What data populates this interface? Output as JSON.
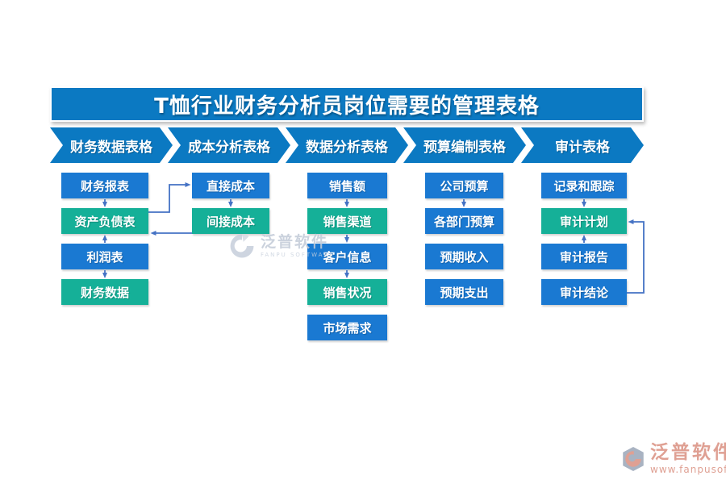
{
  "title": "T恤行业财务分析员岗位需要的管理表格",
  "columns": [
    {
      "header": "财务数据表格",
      "boxes": [
        {
          "label": "财务报表",
          "variant": "blue"
        },
        {
          "label": "资产负债表",
          "variant": "teal"
        },
        {
          "label": "利润表",
          "variant": "blue"
        },
        {
          "label": "财务数据",
          "variant": "teal"
        }
      ]
    },
    {
      "header": "成本分析表格",
      "boxes": [
        {
          "label": "直接成本",
          "variant": "blue"
        },
        {
          "label": "间接成本",
          "variant": "teal"
        }
      ]
    },
    {
      "header": "数据分析表格",
      "boxes": [
        {
          "label": "销售额",
          "variant": "blue"
        },
        {
          "label": "销售渠道",
          "variant": "teal"
        },
        {
          "label": "客户信息",
          "variant": "blue"
        },
        {
          "label": "销售状况",
          "variant": "teal"
        },
        {
          "label": "市场需求",
          "variant": "blue"
        }
      ]
    },
    {
      "header": "预算编制表格",
      "boxes": [
        {
          "label": "公司预算",
          "variant": "blue"
        },
        {
          "label": "各部门预算",
          "variant": "blue"
        },
        {
          "label": "预期收入",
          "variant": "blue"
        },
        {
          "label": "预期支出",
          "variant": "blue"
        }
      ]
    },
    {
      "header": "审计表格",
      "boxes": [
        {
          "label": "记录和跟踪",
          "variant": "blue"
        },
        {
          "label": "审计计划",
          "variant": "teal"
        },
        {
          "label": "审计报告",
          "variant": "blue"
        },
        {
          "label": "审计结论",
          "variant": "blue"
        }
      ]
    }
  ],
  "watermarks": {
    "center": {
      "brand": "泛普软件",
      "sub": "FANPU SOFTWARE"
    },
    "corner": {
      "brand": "泛普软件",
      "sub": "www.fanpusoft.com"
    }
  },
  "colors": {
    "header_blue": "#0b79c2",
    "box_blue": "#1a79d2",
    "box_teal": "#15b098",
    "connector": "#4472c4",
    "watermark_grey": "#c2cbd8",
    "watermark_salmon": "#dfa093"
  }
}
